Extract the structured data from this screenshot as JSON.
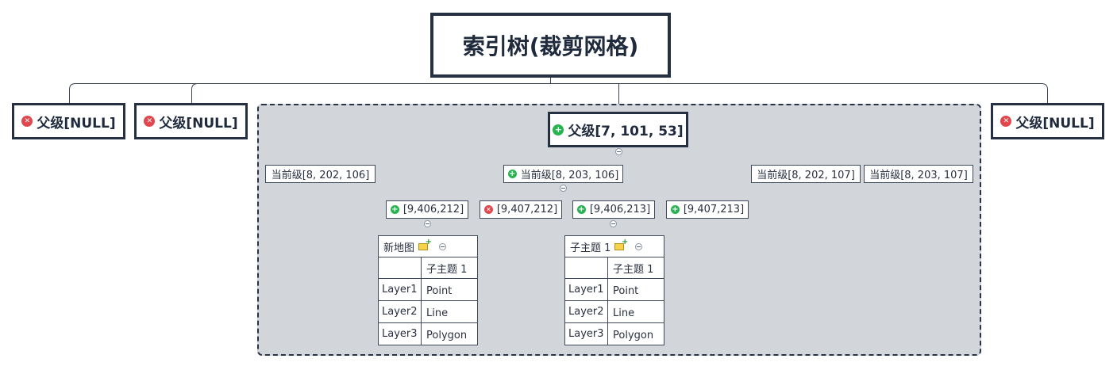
{
  "root": {
    "label": "索引树(裁剪网格)"
  },
  "level1": [
    {
      "id": "n1",
      "label": "父级[NULL]",
      "icon": "error-x-icon"
    },
    {
      "id": "n2",
      "label": "父级[NULL]",
      "icon": "error-x-icon"
    },
    {
      "id": "n3",
      "label": "父级[7, 101, 53]",
      "icon": "add-plus-icon"
    },
    {
      "id": "n4",
      "label": "父级[NULL]",
      "icon": "error-x-icon"
    }
  ],
  "current_level": [
    {
      "id": "c1",
      "label": "当前级[8, 202, 106]",
      "icon": ""
    },
    {
      "id": "c2",
      "label": "当前级[8, 203, 106]",
      "icon": "add-plus-icon"
    },
    {
      "id": "c3",
      "label": "当前级[8, 202, 107]",
      "icon": ""
    },
    {
      "id": "c4",
      "label": "当前级[8, 203, 107]",
      "icon": ""
    }
  ],
  "sub_level": [
    {
      "id": "s1",
      "label": "[9,406,212]",
      "icon": "add-plus-icon"
    },
    {
      "id": "s2",
      "label": "[9,407,212]",
      "icon": "error-x-icon"
    },
    {
      "id": "s3",
      "label": "[9,406,213]",
      "icon": "add-plus-icon"
    },
    {
      "id": "s4",
      "label": "[9,407,213]",
      "icon": "add-plus-icon"
    }
  ],
  "tables": [
    {
      "title": "新地图",
      "column_header": "子主题 1",
      "rows": [
        {
          "layer": "Layer1",
          "value": "Point"
        },
        {
          "layer": "Layer2",
          "value": "Line"
        },
        {
          "layer": "Layer3",
          "value": "Polygon"
        }
      ]
    },
    {
      "title": "子主题 1",
      "column_header": "子主题 1",
      "rows": [
        {
          "layer": "Layer1",
          "value": "Point"
        },
        {
          "layer": "Layer2",
          "value": "Line"
        },
        {
          "layer": "Layer3",
          "value": "Polygon"
        }
      ]
    }
  ],
  "colors": {
    "border_dark": "#253043",
    "boundary_fill": "#d2d5da",
    "plus_green": "#27b34f",
    "error_red": "#e2474e"
  }
}
